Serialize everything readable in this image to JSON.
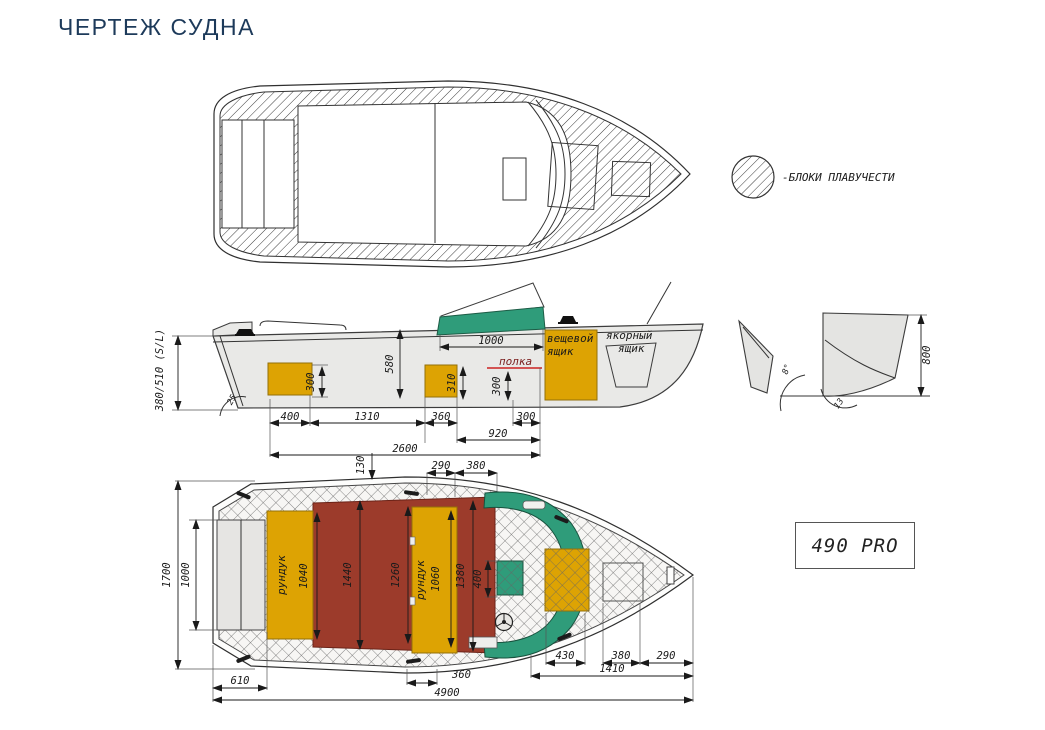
{
  "page": {
    "title": "ЧЕРТЕЖ СУДНА"
  },
  "legend": {
    "label": "-БЛОКИ ПЛАВУЧЕСТИ"
  },
  "model": {
    "label": "490 PRO"
  },
  "colors": {
    "accent": "#1d3a5a",
    "hull": "#e9e9e7",
    "box_yellow": "#dda303",
    "floor_red": "#9c3b2b",
    "console_teal": "#2f9c7a"
  },
  "side_view": {
    "shaft_label": "380/510 (S/L)",
    "windshield_width": "1000",
    "cockpit_depth": "580",
    "seat1_height": "300",
    "seat2_height": "310",
    "shelf_height": "300",
    "storage_box_line1": "вещевой",
    "storage_box_line2": "ящик",
    "anchor_box_line1": "якорный",
    "anchor_box_line2": "ящик",
    "shelf_label": "полка",
    "transom_angle": "25",
    "dim_400": "400",
    "dim_1310": "1310",
    "dim_360": "360",
    "dim_920": "920",
    "dim_300": "300",
    "dim_2600": "2600"
  },
  "section_view": {
    "height": "800",
    "transom_angle": "8°",
    "deadrise": "13"
  },
  "plan_view": {
    "dim_130": "130",
    "dim_290_top": "290",
    "dim_380_top": "380",
    "beam": "1700",
    "transom_width": "1000",
    "locker1_label": "рундук",
    "locker1_length": "1040",
    "cockpit_length": "1440",
    "floor_length": "1260",
    "locker2_label": "рундук",
    "locker2_length": "1060",
    "dim_1380": "1380",
    "dim_400": "400",
    "dim_430": "430",
    "dim_380_bow": "380",
    "dim_290_bow": "290",
    "dim_1410": "1410",
    "dim_610": "610",
    "dim_360": "360",
    "length_overall": "4900"
  }
}
